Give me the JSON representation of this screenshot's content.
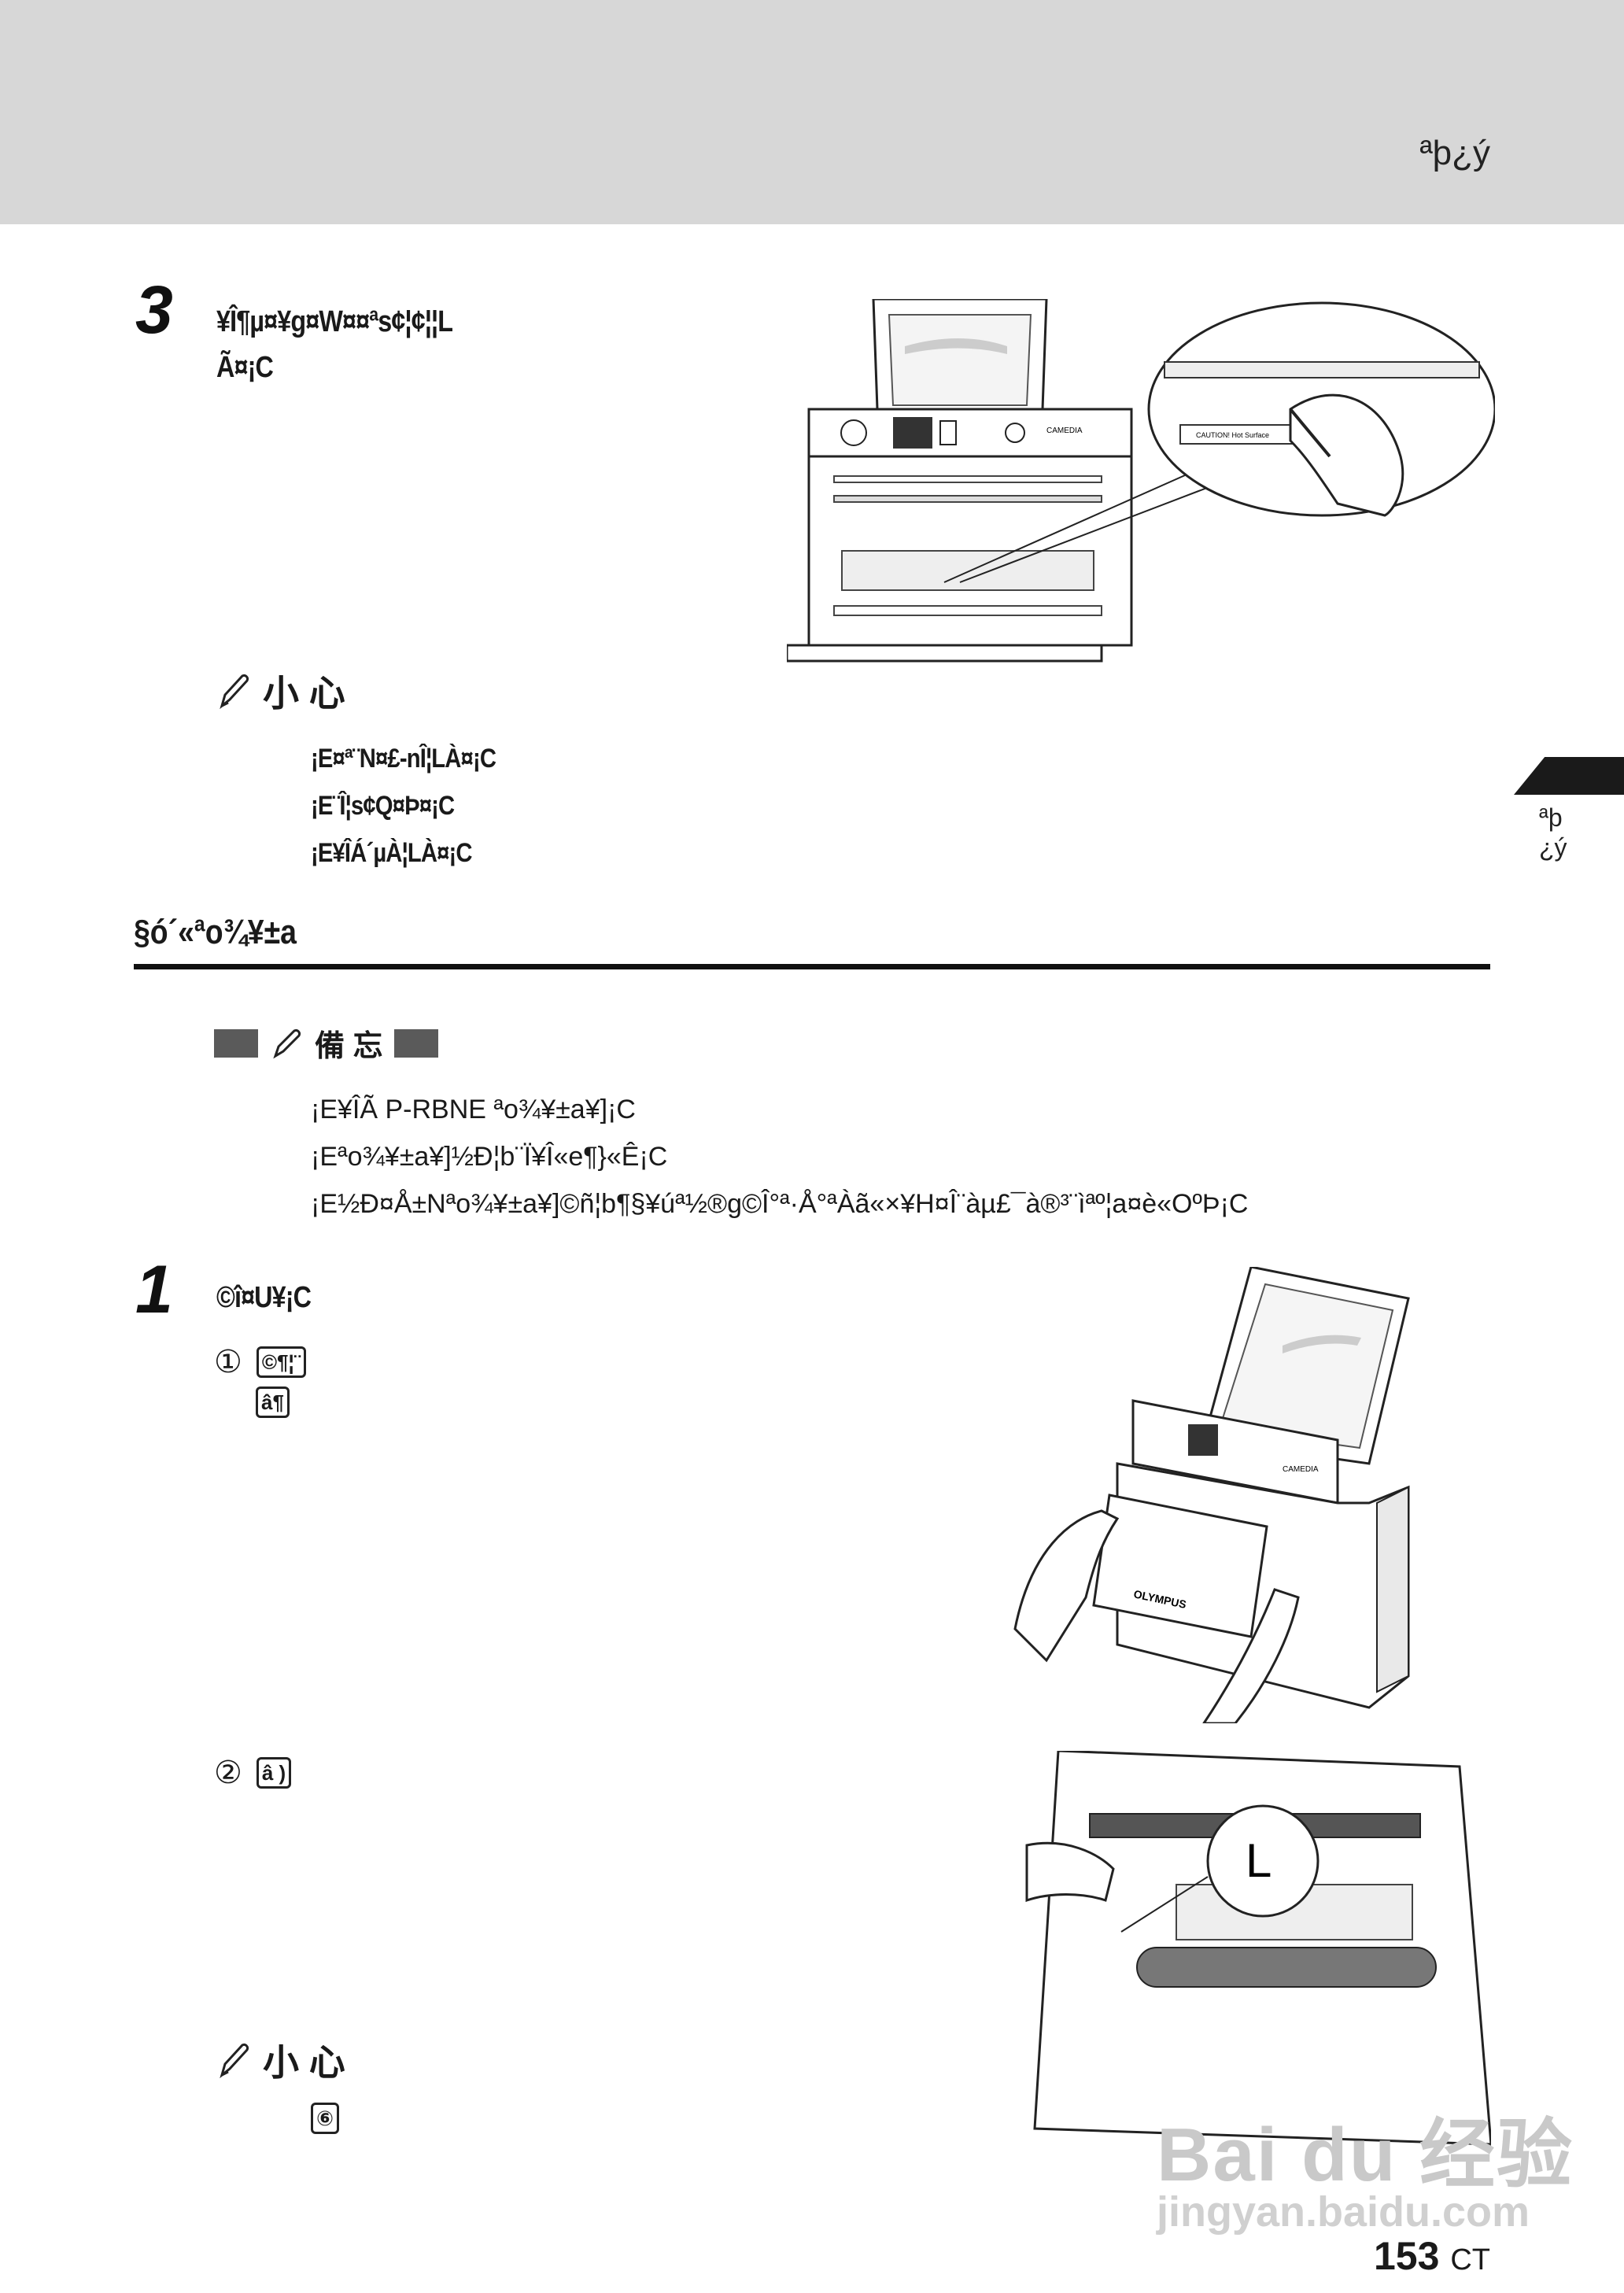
{
  "header": {
    "title": "ªþ¿ý"
  },
  "side_tab": {
    "label_line1": "ªþ",
    "label_line2": "¿ý"
  },
  "step3": {
    "number": "3",
    "text_line1": "¥Î¶µ¤¥g¤W¤¤ª­s¢¦¢¦¦L",
    "text_line2": "Ã¤¡C"
  },
  "caution1": {
    "label": "小 心",
    "items": [
      "¡E¤ª¨N¤£-nÎ¦LÀ¤¡C",
      "¡E¨Î¦s¢Q¤Þ¤¡C",
      "¡E¥ÎÁ´µÀ¦LÀ¤¡C"
    ]
  },
  "section": {
    "title": "§ó´«ªo¾¥±a"
  },
  "memo": {
    "label": "備 忘",
    "items": [
      "¡E¥ÎÃ          P-RBNE ªo¾¥±a¥]¡C",
      "¡Eªo¾¥±a¥]½Ð¦b¨Ï¥Î«e¶}«Ê¡C",
      "¡E½Ð¤Å±Nªo¾¥±a¥]©ñ¦b¶§¥úª½®g©Î°ª·Å°ªÀã«×¥H¤Î¨àµ£¯à®³¨ìªº¦a¤è«OºÞ¡C"
    ]
  },
  "step1": {
    "number": "1",
    "text": "©î¤U¥¡C",
    "sub1": {
      "marker": "①",
      "glyph": "©¶¦¨",
      "glyph2": "â¶"
    },
    "sub2": {
      "marker": "②",
      "glyph": "â )"
    }
  },
  "caution2": {
    "label": "小 心",
    "glyph": "⑥"
  },
  "illustrations": {
    "zoom_label": "L",
    "brand": "OLYMPUS",
    "panel_brand": "CAMEDIA",
    "caution_plate": "CAUTION! Hot Surface"
  },
  "page_number": {
    "number": "153",
    "suffix": "CT"
  },
  "watermark": {
    "main": "Bai du 经验",
    "sub": "jingyan.baidu.com"
  }
}
